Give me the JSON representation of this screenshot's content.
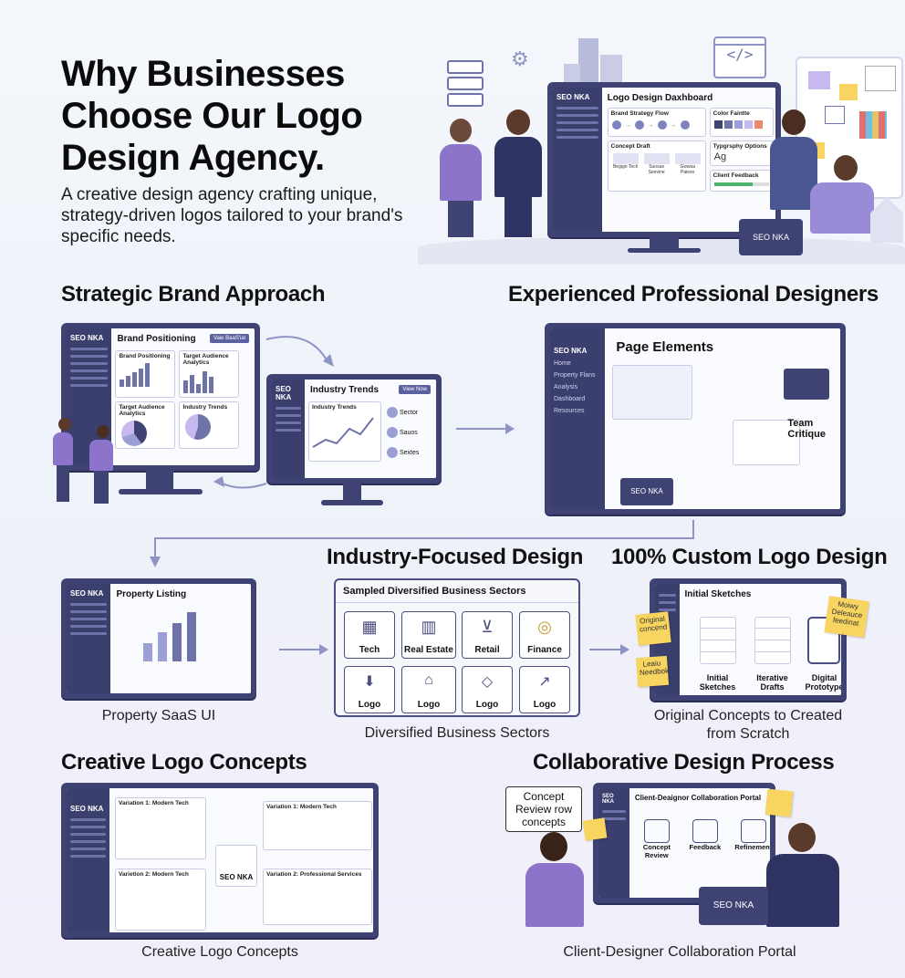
{
  "hero": {
    "title": "Why Businesses Choose Our Logo Design Agency.",
    "subtitle": "A creative design agency crafting unique, strategy-driven logos tailored to your brand's specific needs.",
    "dashboard": {
      "brand": "SEO NKA",
      "title": "Logo Design Daxhboard",
      "strategy": "Brand Strategy Flow",
      "palette": "Color Faintte",
      "concept": "Concept Draft",
      "typography": "Typgrsphy Options",
      "typography_sample": "Ag",
      "feedback": "Client Feedback",
      "steps": [
        "Begign Tech",
        "Suosue Seevine",
        "Gwwsa Paiesn"
      ],
      "laptop": "SEO NKA",
      "code_icon": "</>"
    }
  },
  "sections": {
    "strategic": {
      "heading": "Strategic Brand Approach",
      "monitor1": {
        "brand": "SEO NKA",
        "title": "Brand Positioning",
        "button": "Vaie BaaS'ial",
        "card1": "Brand Positioning",
        "card2": "Target Audience Analytics",
        "card3": "Target Audience Analytics",
        "card4": "Industry Trends"
      },
      "monitor2": {
        "brand": "SEO NKA",
        "title": "Industry Trends",
        "button": "View Now",
        "card": "Industry Trends",
        "items": [
          "Sector",
          "Sauos",
          "Sextes"
        ]
      }
    },
    "experienced": {
      "heading": "Experienced Professional Designers",
      "monitor": {
        "brand": "SEO NKA",
        "title": "Page Elements",
        "nav": [
          "Home",
          "Property Flans",
          "Analysis",
          "Dashboard",
          "Resources"
        ],
        "critique": "Team Critique",
        "laptop": "SEO NKA"
      }
    },
    "property": {
      "monitor": {
        "brand": "SEO NKA",
        "title": "Property Listing"
      },
      "caption": "Property SaaS UI"
    },
    "industry": {
      "heading": "Industry-Focused Design",
      "panel_title": "Sampled Diversified Business Sectors",
      "sectors": [
        "Tech",
        "Real Estate",
        "Retail",
        "Finance"
      ],
      "logos": [
        "Logo",
        "Logo",
        "Logo",
        "Logo"
      ],
      "caption": "Diversified Business Sectors"
    },
    "custom": {
      "heading": "100% Custom Logo Design",
      "panel_title": "Initial Sketches",
      "stages": [
        "Initial Sketches",
        "Iterative Drafts",
        "Digital Prototype"
      ],
      "note1": "Original concend",
      "note2": "Leaiu Needbok",
      "note3": "Moiwy Deleauce feedinat",
      "caption": "Original Concepts to Created from Scratch"
    },
    "creative": {
      "heading": "Creative Logo Concepts",
      "monitor": {
        "brand": "SEO NKA",
        "var1": "Variation 1: Modern Tech",
        "var2": "Varietion 2: Modern Tech",
        "center": "SEO NKA",
        "out1": "Variation 1: Modern Tech",
        "out2": "Variation 2: Professional Services"
      },
      "caption": "Creative Logo Concepts"
    },
    "collab": {
      "heading": "Collaborative Design Process",
      "bubble": "Concept Review row concepts",
      "monitor": {
        "brand": "SEO NKA",
        "title": "Client-Deaignor Collaboration Portal",
        "steps": [
          "Concept Review",
          "Feedback",
          "Refinement"
        ],
        "laptop": "SEO NKA"
      },
      "caption": "Client-Designer Collaboration Portal"
    }
  },
  "colors": {
    "navy": "#3f4373",
    "accent": "#7e6bc4",
    "note": "#f7d560"
  }
}
